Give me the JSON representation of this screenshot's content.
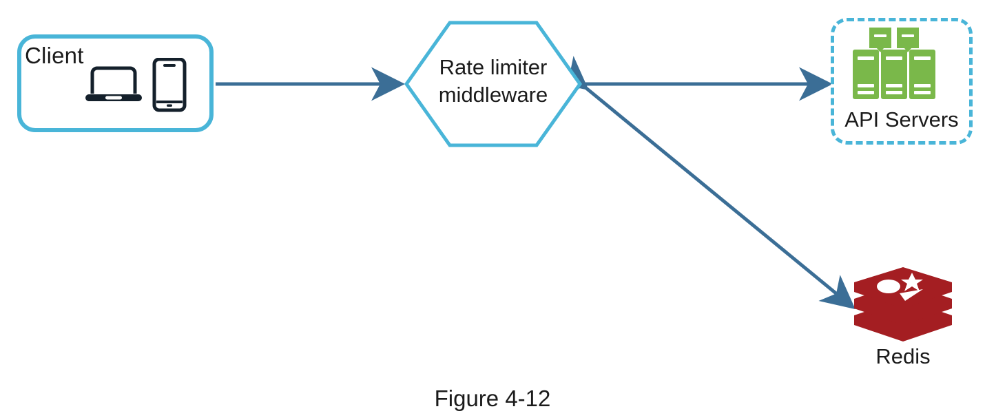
{
  "figure": {
    "caption": "Figure 4-12"
  },
  "nodes": {
    "client": {
      "label": "Client",
      "icons": [
        "laptop-icon",
        "smartphone-icon"
      ],
      "border_color": "#49b5d8"
    },
    "rate_limiter": {
      "label_line1": "Rate limiter",
      "label_line2": "middleware",
      "shape": "hexagon",
      "border_color": "#49b5d8"
    },
    "api_servers": {
      "label": "API Servers",
      "icon": "server-rack-icon",
      "icon_color": "#7ab84a",
      "border_color": "#49b5d8",
      "border_style": "dashed"
    },
    "redis": {
      "label": "Redis",
      "icon": "redis-stack-icon",
      "icon_color": "#a41e22"
    }
  },
  "connections": {
    "color": "#3b6e96",
    "client_to_limiter": {
      "from": "client",
      "to": "rate_limiter",
      "direction": "one-way"
    },
    "limiter_to_api": {
      "from": "rate_limiter",
      "to": "api_servers",
      "direction": "bidirectional"
    },
    "limiter_to_redis": {
      "from": "rate_limiter",
      "to": "redis",
      "direction": "bidirectional"
    }
  }
}
